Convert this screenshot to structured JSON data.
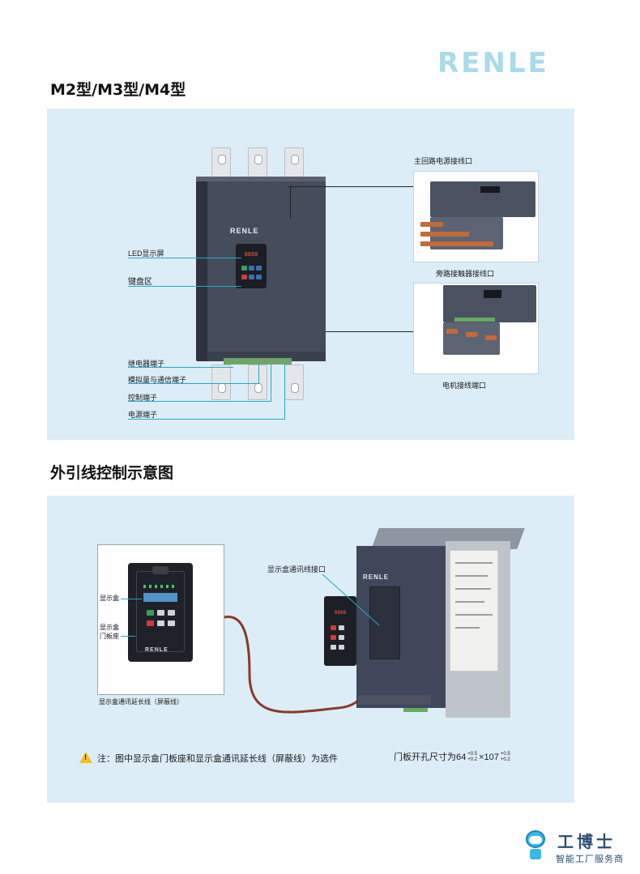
{
  "brand": "RENLE",
  "section1": {
    "title": "M2型/M3型/M4型",
    "device_brand": "RENLE",
    "display_digits": "8888",
    "labels": {
      "led": "LED显示屏",
      "keypad": "键盘区",
      "relay": "继电器端子",
      "analog": "模拟量与通信端子",
      "control": "控制端子",
      "power": "电源端子",
      "main_loop": "主回路电源接线口",
      "bypass": "旁路接触器接线口",
      "motor": "电机接线端口"
    }
  },
  "section2": {
    "title": "外引线控制示意图",
    "inset_labels": {
      "display_box": "显示盒",
      "door_mount_line1": "显示盒",
      "door_mount_line2": "门板座",
      "cable": "显示盒通讯延长线（屏蔽线）"
    },
    "inset_brand": "RENLE",
    "cabinet_brand": "RENLE",
    "display_digits": "8888",
    "comm_port_label": "显示盒通讯线接口",
    "note": "注：图中显示盒门板座和显示盒通讯延长线（屏蔽线）为选件",
    "dimension": {
      "prefix": "门板开孔尺寸为64",
      "w_upper": "+0.5",
      "w_lower": "+0.2",
      "times": "×107",
      "h_upper": "+0.5",
      "h_lower": "+0.2"
    }
  },
  "footer": {
    "title": "工博士",
    "subtitle": "智能工厂服务商"
  },
  "colors": {
    "panel_bg": "#dcedf7",
    "lead_line": "#23a9c7",
    "brand_logo": "#a9dbe8",
    "device_body": "#454c5c"
  }
}
